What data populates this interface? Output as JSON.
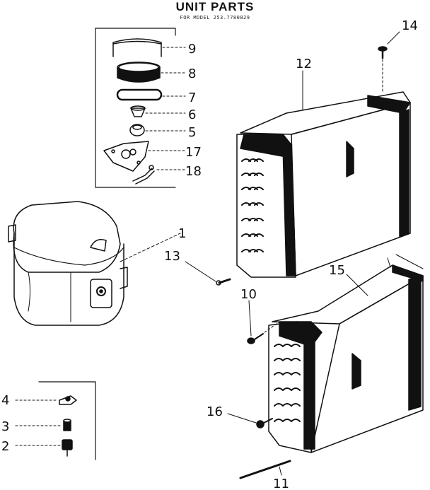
{
  "header": {
    "title": "UNIT PARTS",
    "subtitle": "FOR MODEL 253.7780829"
  },
  "callouts": [
    {
      "id": "9",
      "label": "9"
    },
    {
      "id": "8",
      "label": "8"
    },
    {
      "id": "7",
      "label": "7"
    },
    {
      "id": "6",
      "label": "6"
    },
    {
      "id": "5",
      "label": "5"
    },
    {
      "id": "17",
      "label": "17"
    },
    {
      "id": "18",
      "label": "18"
    },
    {
      "id": "14",
      "label": "14"
    },
    {
      "id": "12",
      "label": "12"
    },
    {
      "id": "1",
      "label": "1"
    },
    {
      "id": "13",
      "label": "13"
    },
    {
      "id": "15",
      "label": "15"
    },
    {
      "id": "10",
      "label": "10"
    },
    {
      "id": "16",
      "label": "16"
    },
    {
      "id": "11",
      "label": "11"
    },
    {
      "id": "4",
      "label": "4"
    },
    {
      "id": "3",
      "label": "3"
    },
    {
      "id": "2",
      "label": "2"
    }
  ]
}
